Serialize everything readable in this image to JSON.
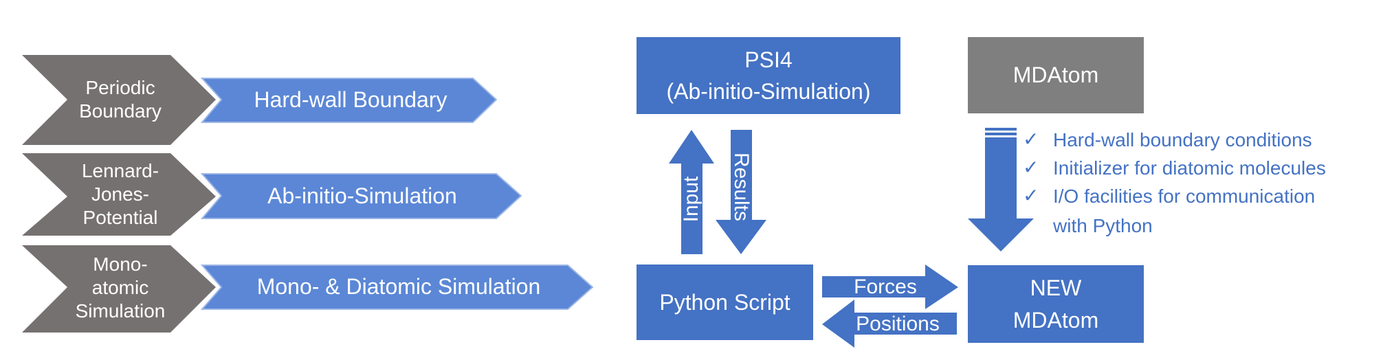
{
  "left_pairs": [
    {
      "gray": "Periodic\nBoundary",
      "blue": "Hard-wall Boundary"
    },
    {
      "gray": "Lennard-\nJones-\nPotential",
      "blue": "Ab-initio-Simulation"
    },
    {
      "gray": "Mono-\natomic\nSimulation",
      "blue": "Mono- & Diatomic Simulation"
    }
  ],
  "boxes": {
    "psi4": "PSI4\n(Ab-initio-Simulation)",
    "mdatom": "MDAtom",
    "python": "Python Script",
    "new_mdatom": "NEW\nMDAtom"
  },
  "arrows": {
    "input": "Input",
    "results": "Results",
    "forces": "Forces",
    "positions": "Positions"
  },
  "features": [
    {
      "check": "✓",
      "text": "Hard-wall boundary conditions"
    },
    {
      "check": "✓",
      "text": "Initializer for diatomic molecules"
    },
    {
      "check": "✓",
      "text": "I/O facilities for communication"
    },
    {
      "check": "",
      "text": "with Python"
    }
  ],
  "colors": {
    "blue": "#4472c4",
    "chevron_blue": "#5b87d6",
    "gray": "#767171",
    "box_gray": "#7f7f7f"
  }
}
